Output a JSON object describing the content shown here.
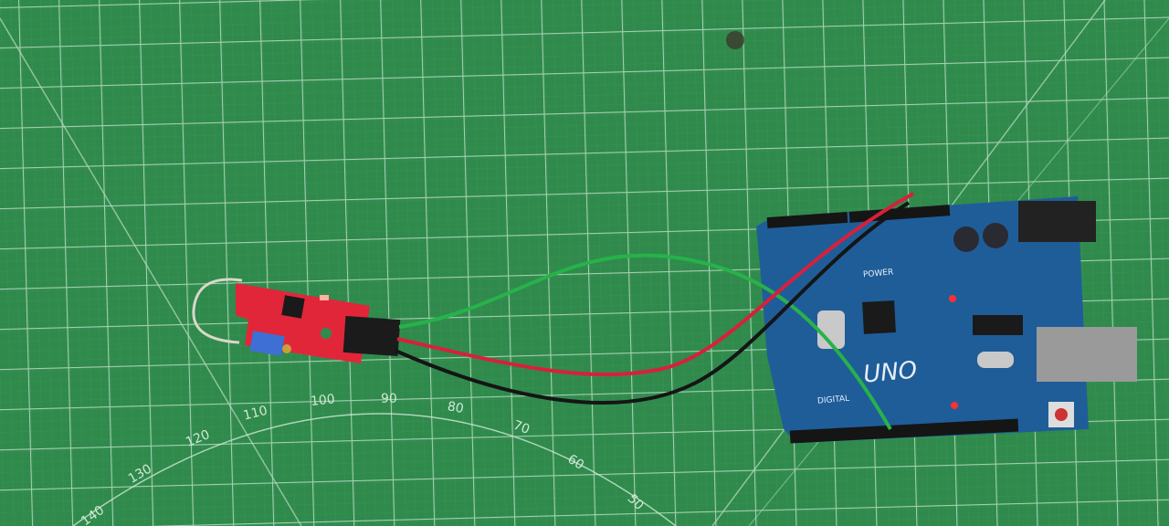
{
  "protractor": {
    "labels": [
      "140",
      "130",
      "120",
      "110",
      "100",
      "90",
      "80",
      "70",
      "60",
      "50"
    ]
  },
  "arduino": {
    "logo": "UNO",
    "power_label": "POWER",
    "digital_label": "DIGITAL"
  },
  "colors": {
    "mat": "#2f8a4c",
    "board": "#1f5d99",
    "sensor": "#e2263a",
    "wire_green": "#27b24a",
    "wire_red": "#d8203a",
    "wire_black": "#151515"
  }
}
